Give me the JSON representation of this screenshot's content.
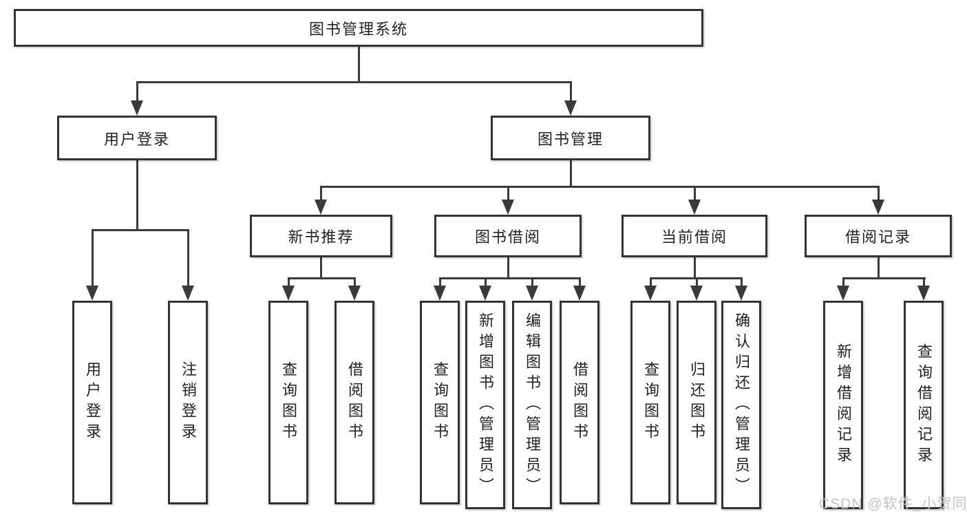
{
  "tree": {
    "root": {
      "label": "图书管理系统",
      "children": [
        {
          "label": "用户登录",
          "children": [
            {
              "label": "用户登录"
            },
            {
              "label": "注销登录"
            }
          ]
        },
        {
          "label": "图书管理",
          "children": [
            {
              "label": "新书推荐",
              "children": [
                {
                  "label": "查询图书"
                },
                {
                  "label": "借阅图书"
                }
              ]
            },
            {
              "label": "图书借阅",
              "children": [
                {
                  "label": "查询图书"
                },
                {
                  "label": "新增图书（管理员）"
                },
                {
                  "label": "编辑图书（管理员）"
                },
                {
                  "label": "借阅图书"
                }
              ]
            },
            {
              "label": "当前借阅",
              "children": [
                {
                  "label": "查询图书"
                },
                {
                  "label": "归还图书"
                },
                {
                  "label": "确认归还（管理员）"
                }
              ]
            },
            {
              "label": "借阅记录",
              "children": [
                {
                  "label": "新增借阅记录"
                },
                {
                  "label": "查询借阅记录"
                }
              ]
            }
          ]
        }
      ]
    }
  },
  "watermark": {
    "text": "CSDN @软件_小贺同学"
  },
  "colors": {
    "line": "#3a3a3a",
    "box_border": "#333333",
    "text": "#222222",
    "watermark": "#c4c4c4",
    "background": "#ffffff"
  }
}
